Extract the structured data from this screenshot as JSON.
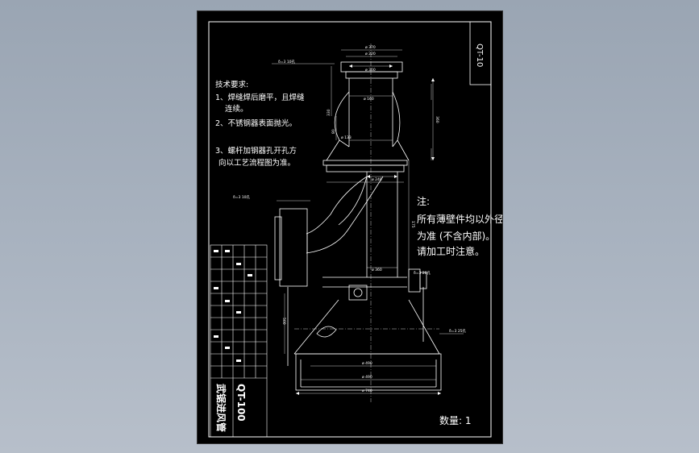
{
  "drawing": {
    "code_box": "QT-10",
    "tech_requirements": {
      "title": "技术要求:",
      "items": [
        "1、焊缝焊后磨平，且焊缝",
        "连续。",
        "2、不锈钢器表面抛光。",
        "3、螺杆加钢器孔开孔方",
        "向以工艺流程图为准。"
      ]
    },
    "note": {
      "title": "注:",
      "lines": [
        "所有薄壁件均以外径",
        "为准 (不含内部)。",
        "请加工时注意。"
      ]
    },
    "quantity_label": "数量: 1",
    "title_block": {
      "code": "QT-100",
      "name": "武锯进风管"
    },
    "dimensions": [
      "ø 370",
      "ø 220",
      "ø 360",
      "ø 160",
      "ø 240",
      "ø 360",
      "ø 490",
      "ø 490",
      "ø 740",
      "360",
      "175",
      "500",
      "330",
      "80",
      "ø 133"
    ],
    "callouts": [
      "δ=3 10孔",
      "δ=3 10孔",
      "δ=3 25孔",
      "δ=3 20孔"
    ]
  }
}
